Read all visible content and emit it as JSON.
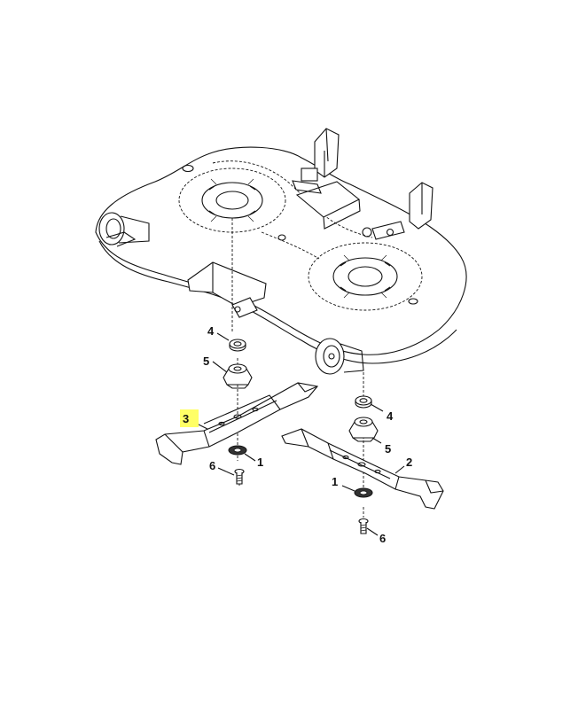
{
  "callouts": {
    "upper_washer": "4",
    "upper_adapter": "5",
    "left_blade": "3",
    "left_lower_washer": "1",
    "left_bolt": "6",
    "right_washer": "4",
    "right_adapter": "5",
    "right_blade": "2",
    "right_lower_washer": "1",
    "right_bolt": "6"
  },
  "highlight_color": "#ffff66"
}
